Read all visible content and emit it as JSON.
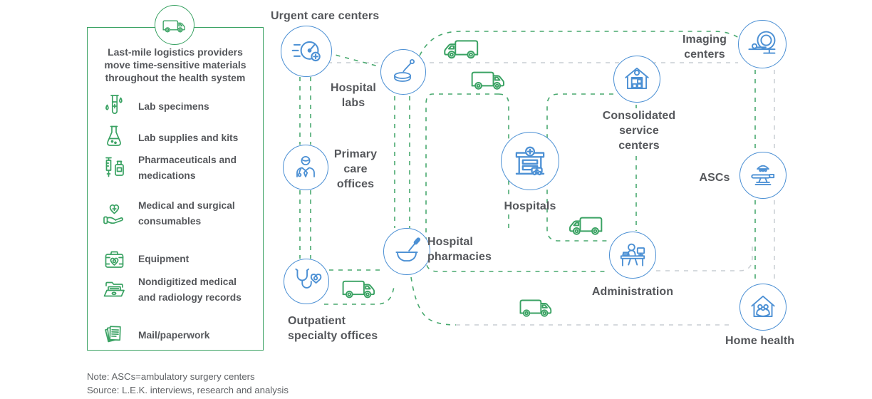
{
  "colors": {
    "green": "#3aa263",
    "blue": "#4c90d4",
    "text": "#55575b",
    "gray_dash": "#c9ced3"
  },
  "panel": {
    "title_lines": [
      "Last-mile logistics providers",
      "move time-sensitive materials",
      "throughout the health system"
    ],
    "items": [
      {
        "icon": "lab-specimens-icon",
        "lines": [
          "Lab specimens"
        ]
      },
      {
        "icon": "lab-supplies-icon",
        "lines": [
          "Lab supplies and kits"
        ]
      },
      {
        "icon": "pharmaceuticals-icon",
        "lines": [
          "Pharmaceuticals and",
          "medications"
        ]
      },
      {
        "icon": "consumables-icon",
        "lines": [
          "Medical and surgical",
          "consumables"
        ]
      },
      {
        "icon": "equipment-icon",
        "lines": [
          "Equipment"
        ]
      },
      {
        "icon": "records-icon",
        "lines": [
          "Nondigitized medical",
          "and radiology records"
        ]
      },
      {
        "icon": "mail-icon",
        "lines": [
          "Mail/paperwork"
        ]
      }
    ]
  },
  "nodes": [
    {
      "id": "urgent-care",
      "label": "Urgent care centers",
      "lines": [
        "Urgent care centers"
      ]
    },
    {
      "id": "hospital-labs",
      "label": "Hospital labs",
      "lines": [
        "Hospital",
        "labs"
      ]
    },
    {
      "id": "primary-care",
      "label": "Primary care offices",
      "lines": [
        "Primary",
        "care",
        "offices"
      ]
    },
    {
      "id": "outpatient",
      "label": "Outpatient specialty offices",
      "lines": [
        "Outpatient",
        "specialty offices"
      ]
    },
    {
      "id": "pharmacies",
      "label": "Hospital pharmacies",
      "lines": [
        "Hospital",
        "pharmacies"
      ]
    },
    {
      "id": "hospitals",
      "label": "Hospitals",
      "lines": [
        "Hospitals"
      ]
    },
    {
      "id": "consolidated",
      "label": "Consolidated service centers",
      "lines": [
        "Consolidated",
        "service",
        "centers"
      ]
    },
    {
      "id": "imaging",
      "label": "Imaging centers",
      "lines": [
        "Imaging",
        "centers"
      ]
    },
    {
      "id": "ascs",
      "label": "ASCs",
      "lines": [
        "ASCs"
      ]
    },
    {
      "id": "administration",
      "label": "Administration",
      "lines": [
        "Administration"
      ]
    },
    {
      "id": "home-health",
      "label": "Home health",
      "lines": [
        "Home health"
      ]
    }
  ],
  "footnotes": {
    "note": "Note: ASCs=ambulatory surgery centers",
    "source": "Source: L.E.K. interviews, research and analysis"
  }
}
